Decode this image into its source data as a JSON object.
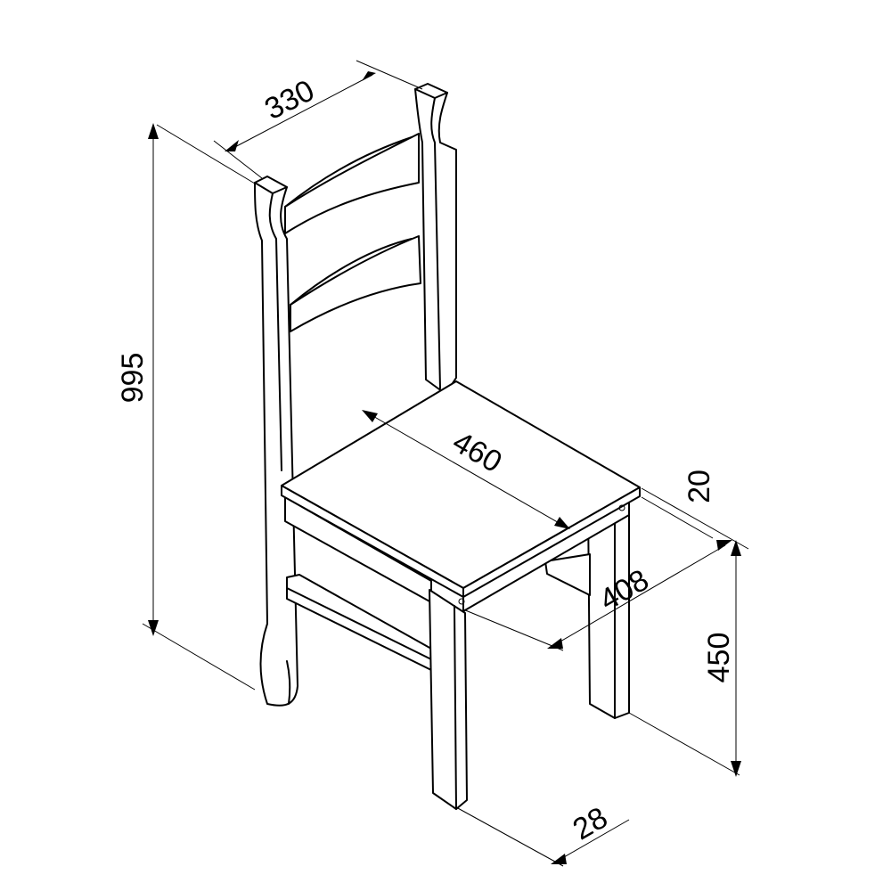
{
  "diagram": {
    "dimensions": {
      "back_width": "330",
      "total_height": "995",
      "seat_depth": "460",
      "seat_thickness": "20",
      "seat_width": "408",
      "seat_height": "450",
      "leg_thickness": "28"
    }
  },
  "colors": {
    "line": "#000000",
    "background": "#ffffff"
  }
}
